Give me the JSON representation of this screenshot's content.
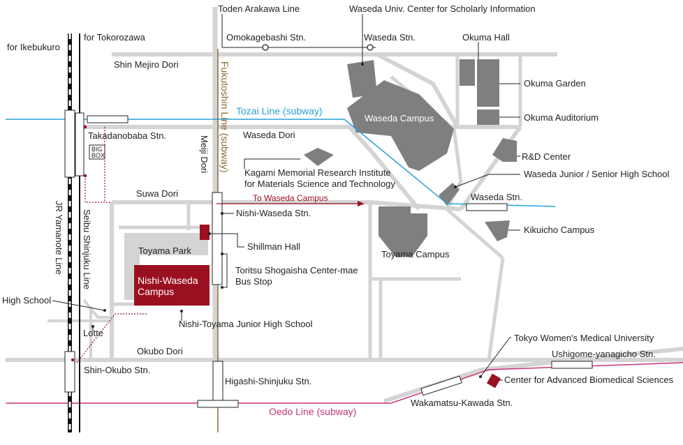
{
  "colors": {
    "road": "#d4d4d4",
    "building": "#7f7f80",
    "campus_highlight": "#9b1020",
    "tozai_line": "#2a9fd8",
    "oedo_line": "#c9327a",
    "fukutoshin_line": "#8a6a3a",
    "route_arrow": "#9b1020"
  },
  "labels": {
    "toden_arakawa": "Toden Arakawa Line",
    "waseda_scholarly": "Waseda Univ. Center for Scholarly Information",
    "for_ikebukuro": "for Ikebukuro",
    "for_tokorozawa": "for Tokorozawa",
    "omokagebashi": "Omokagebashi Stn.",
    "waseda_stn_top": "Waseda Stn.",
    "okuma_hall": "Okuma Hall",
    "shin_mejiro": "Shin Mejiro Dori",
    "okuma_garden": "Okuma Garden",
    "tozai_line": "Tozai Line (subway)",
    "waseda_campus": "Waseda Campus",
    "okuma_auditorium": "Okuma Auditorium",
    "takadanobaba": "Takadanobaba Stn.",
    "waseda_dori": "Waseda Dori",
    "fukutoshin_line": "Fukutoshin Line (subway)",
    "meiji_dori": "Meiji Dori",
    "big_box_1": "BIG",
    "big_box_2": "BOX",
    "rd_center": "R&D Center",
    "kagami_1": "Kagami Memorial Research Institute",
    "kagami_2": "for Materials Science and Technology",
    "waseda_junior": "Waseda Junior / Senior High School",
    "suwa_dori": "Suwa Dori",
    "to_waseda_campus": "To Waseda Campus",
    "waseda_stn_subway": "Waseda Stn.",
    "nishi_waseda_stn": "Nishi-Waseda Stn.",
    "kikuicho": "Kikuicho Campus",
    "shillman_hall": "Shillman Hall",
    "toyama_park": "Toyama Park",
    "toyama_campus": "Toyama Campus",
    "jr_yamanote": "JR Yamanote Line",
    "seibu_shinjuku": "Seibu Shinjuku Line",
    "toritsu_1": "Toritsu Shogaisha Center-mae",
    "toritsu_2": "Bus Stop",
    "nishi_waseda_campus_1": "Nishi-Waseda",
    "nishi_waseda_campus_2": "Campus",
    "high_school": "High School",
    "nishi_toyama": "Nishi-Toyama Junior High School",
    "lotte": "Lotte",
    "tokyo_womens": "Tokyo Women's Medical University",
    "okubo_dori": "Okubo Dori",
    "ushigome": "Ushigome-yanagicho Stn.",
    "shin_okubo": "Shin-Okubo Stn.",
    "higashi_shinjuku": "Higashi-Shinjuku Stn.",
    "center_advanced": "Center for Advanced Biomedical Sciences",
    "wakamatsu": "Wakamatsu-Kawada Stn.",
    "oedo_line": "Oedo Line (subway)"
  }
}
